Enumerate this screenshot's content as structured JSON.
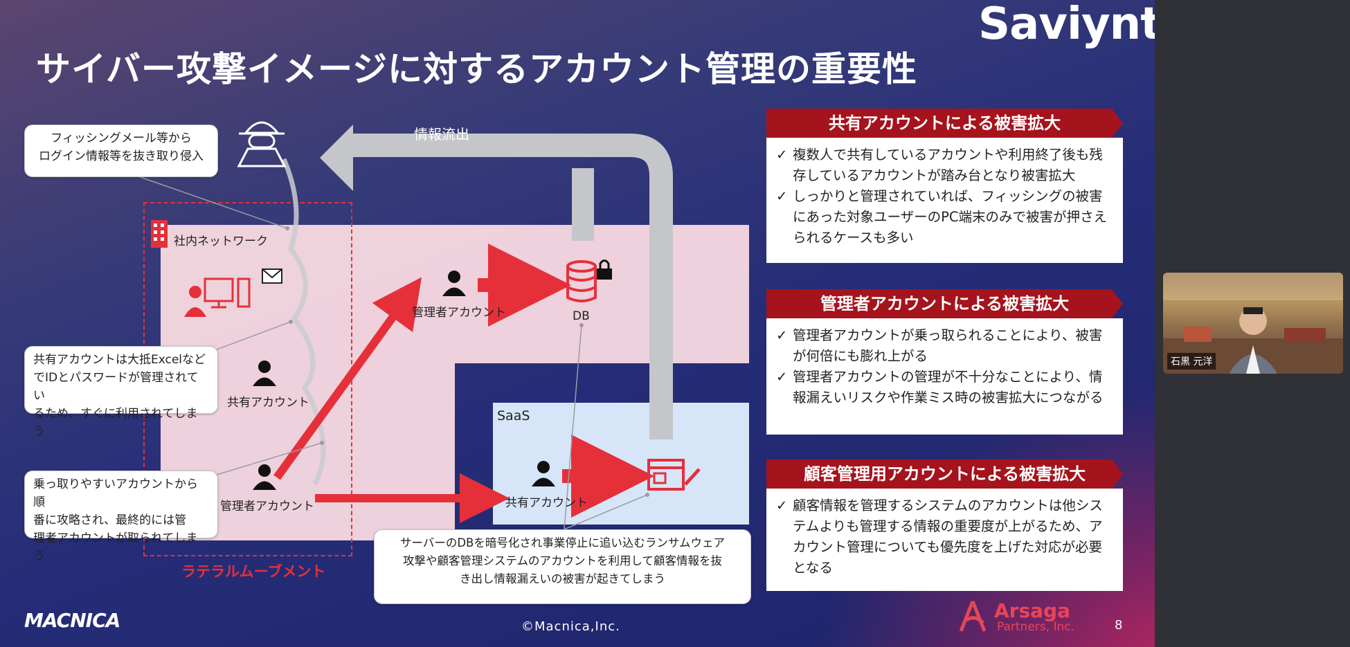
{
  "slide": {
    "title": "サイバー攻撃イメージに対するアカウント管理の重要性",
    "brand": "Saviynt",
    "diagram": {
      "outflow_label": "情報流出",
      "network_label": "社内ネットワーク",
      "callout_phishing": [
        "フィッシングメール等から",
        "ログイン情報等を抜き取り侵入"
      ],
      "callout_shared": [
        "共有アカウントは大抵Excelなど",
        "でIDとパスワードが管理されてい",
        "るため、すぐに利用されてしまう"
      ],
      "callout_admin": [
        "乗っ取りやすいアカウントから順",
        "番に攻略され、最終的には管",
        "理者アカウントが取られてしまう"
      ],
      "callout_bottom": [
        "サーバーのDBを暗号化され事業停止に追い込むランサムウェア",
        "攻撃や顧客管理システムのアカウントを利用して顧客情報を抜",
        "き出し情報漏えいの被害が起きてしまう"
      ],
      "shared_account_1": "共有アカウント",
      "admin_account_1": "管理者アカウント",
      "admin_account_top": "管理者アカウント",
      "db_label": "DB",
      "saas_label": "SaaS",
      "shared_account_saas": "共有アカウント",
      "lateral_label": "ラテラルムーブメント"
    },
    "panels": [
      {
        "title": "共有アカウントによる被害拡大",
        "items": [
          "複数人で共有しているアカウントや利用終了後も残存しているアカウントが踏み台となり被害拡大",
          "しっかりと管理されていれば、フィッシングの被害にあった対象ユーザーのPC端末のみで被害が押さえられるケースも多い"
        ]
      },
      {
        "title": "管理者アカウントによる被害拡大",
        "items": [
          "管理者アカウントが乗っ取られることにより、被害が何倍にも膨れ上がる",
          "管理者アカウントの管理が不十分なことにより、情報漏えいリスクや作業ミス時の被害拡大につながる"
        ]
      },
      {
        "title": "顧客管理用アカウントによる被害拡大",
        "items": [
          "顧客情報を管理するシステムのアカウントは他システムよりも管理する情報の重要度が上がるため、アカウント管理についても優先度を上げた対応が必要となる"
        ]
      }
    ],
    "footer": {
      "logo": "MACNICA",
      "copyright": "©Macnica,Inc.",
      "partner_name": "Arsaga",
      "partner_sub": "Partners, Inc.",
      "page": "8"
    }
  },
  "video": {
    "participant_name": "石黒 元洋"
  },
  "colors": {
    "accent_red": "#e5303a",
    "panel_red": "#a5131c",
    "pink_zone": "#fddee4",
    "saas_blue": "#d6e6f8",
    "arrow_gray": "#c4c6ca"
  }
}
